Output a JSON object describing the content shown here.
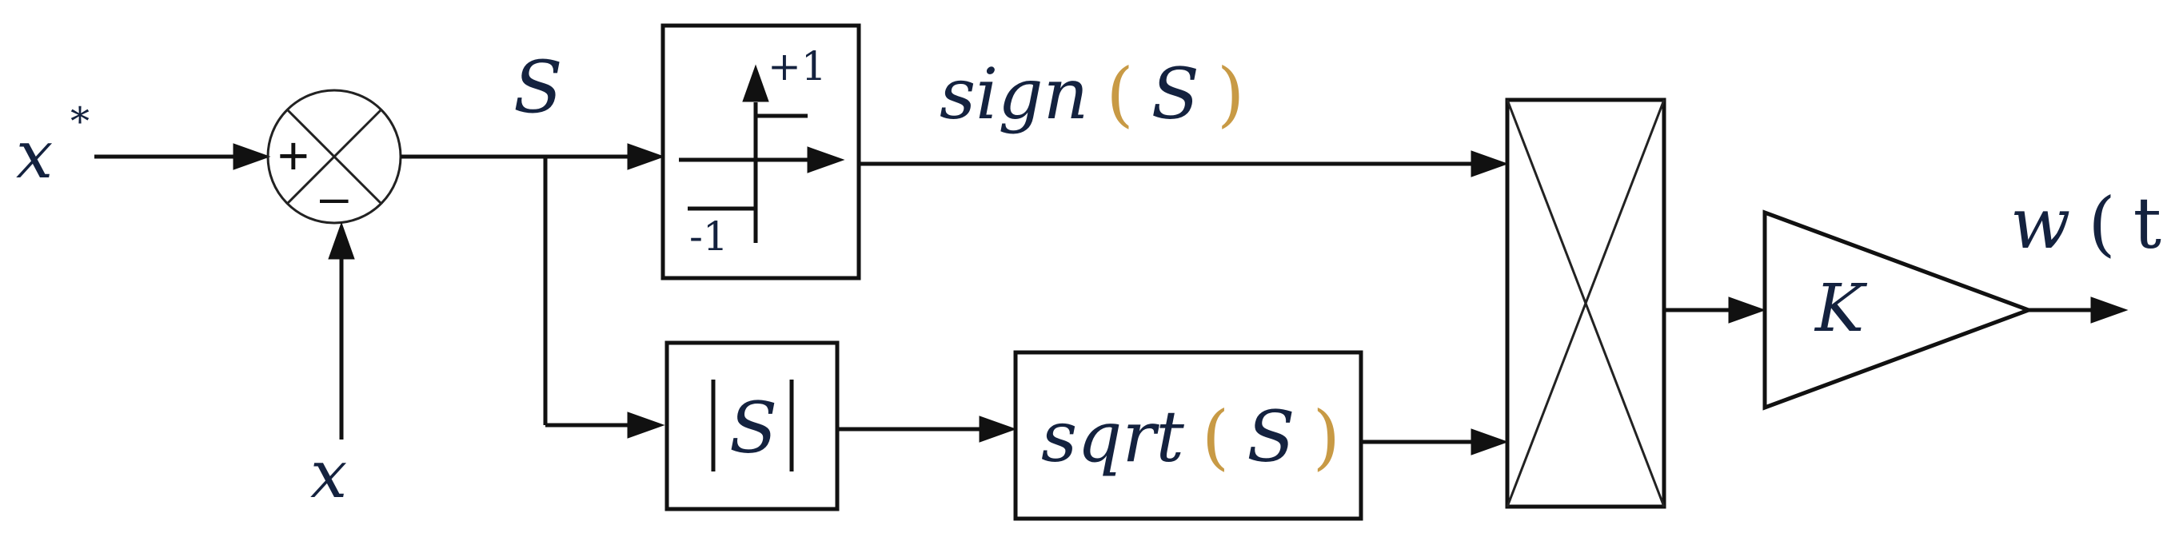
{
  "labels": {
    "reference_input": "x",
    "reference_superscript": "*",
    "feedback_input": "x",
    "error_signal": "S",
    "summing_plus": "+",
    "summing_minus": "–",
    "sign_high": "+1",
    "sign_low": "-1",
    "sign_function": "sign",
    "sign_argument": "S",
    "absolute_value": "S",
    "sqrt_function": "sqrt",
    "sqrt_argument": "S",
    "gain": "K",
    "output_function": "w",
    "output_argument": "t"
  },
  "colors": {
    "line": "#111111",
    "text": "#14223f",
    "parenthesis": "#c89a45"
  }
}
